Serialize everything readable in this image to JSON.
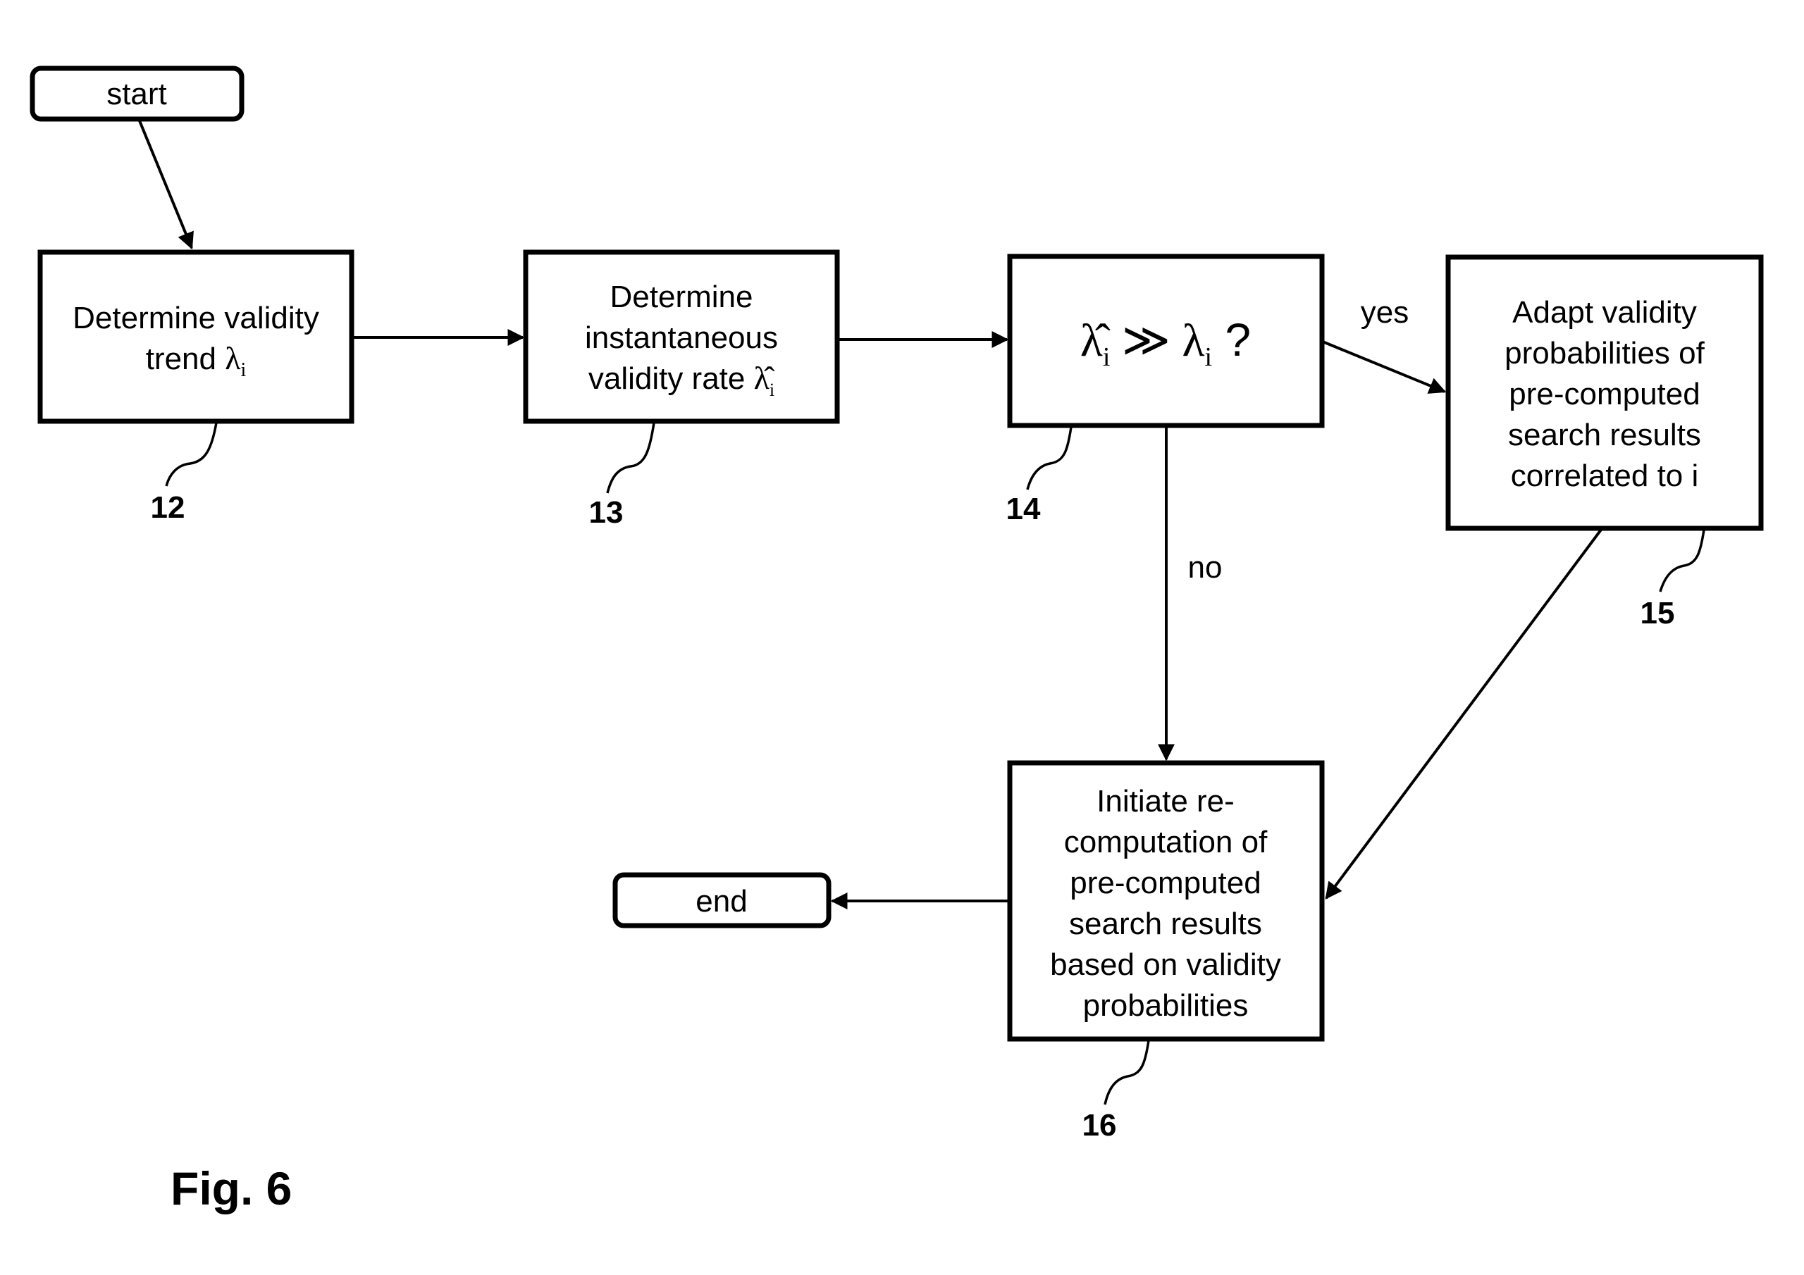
{
  "figure": {
    "caption": "Fig. 6"
  },
  "nodes": {
    "start": {
      "label": "start"
    },
    "end": {
      "label": "end"
    },
    "step12": {
      "ref": "12",
      "lines": [
        "Determine validity",
        "trend "
      ],
      "symbol": "λ",
      "subscript": "i"
    },
    "step13": {
      "ref": "13",
      "lines": [
        "Determine",
        "instantaneous",
        "validity rate "
      ],
      "symbol": "λ̂",
      "subscript": "i"
    },
    "step14": {
      "ref": "14",
      "lhs_symbol": "λ̂",
      "lhs_subscript": "i",
      "operator": " ≫ ",
      "rhs_symbol": "λ",
      "rhs_subscript": "i",
      "suffix": " ?"
    },
    "step15": {
      "ref": "15",
      "lines": [
        "Adapt validity",
        "probabilities of",
        "pre-computed",
        "search results",
        "correlated to i"
      ]
    },
    "step16": {
      "ref": "16",
      "lines": [
        "Initiate re-",
        "computation of",
        "pre-computed",
        "search results",
        "based on validity",
        "probabilities"
      ]
    }
  },
  "edges": {
    "yes_label": "yes",
    "no_label": "no"
  }
}
